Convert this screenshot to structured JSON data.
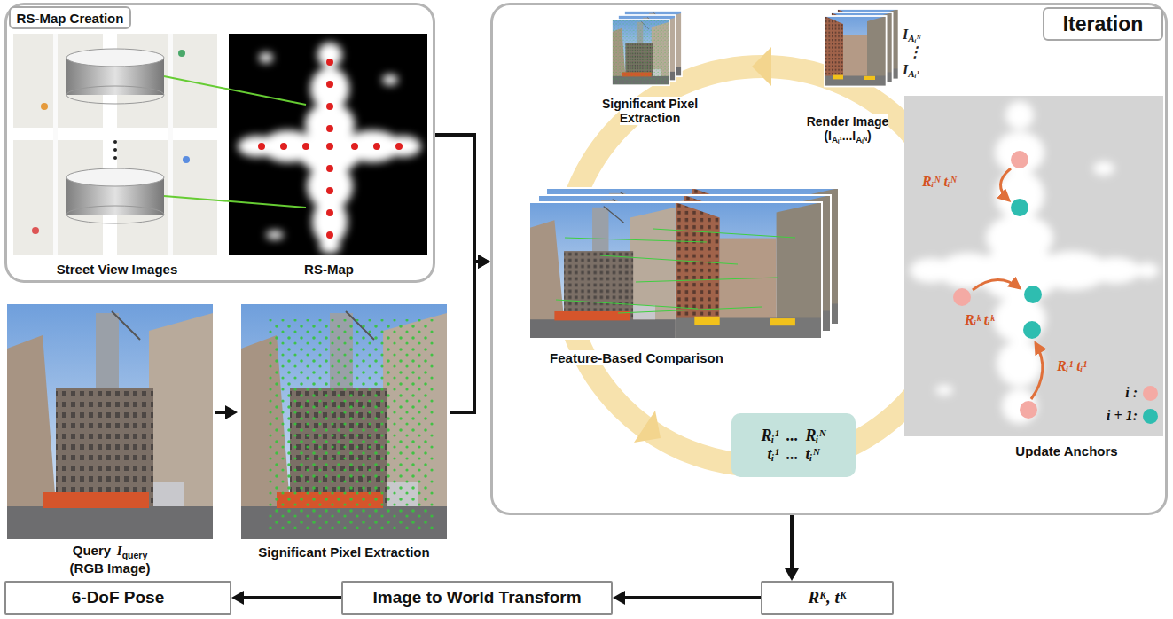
{
  "diagram": {
    "nodes": [
      {
        "text": [
          "RS-Map Creation"
        ]
      },
      {
        "text": [
          "Street View Images"
        ],
        "in": 0
      },
      {
        "text": [
          "RS-Map"
        ],
        "in": 0
      },
      {
        "text": [
          "Query",
          "I",
          "query",
          "(RGB Image)"
        ]
      },
      {
        "text": [
          "Significant Pixel Extraction"
        ]
      },
      {
        "text": [
          "Iteration"
        ]
      },
      {
        "text": [
          "Significant Pixel Extraction"
        ],
        "in": 5
      },
      {
        "text": [
          "Render Image",
          "(I",
          "Aᵢ¹",
          "...I",
          "Aᵢᴺ",
          ")"
        ],
        "in": 5
      },
      {
        "text": [
          "Feature-Based Comparison"
        ],
        "in": 5
      },
      {
        "text": [
          "Update Anchors"
        ],
        "in": 5
      },
      {
        "text": [
          "Rᵢ¹",
          "...",
          "Rᵢᴺ",
          "tᵢ¹",
          "...",
          "tᵢᴺ"
        ],
        "in": 5
      },
      {
        "text": [
          "Rᴷ, tᴷ"
        ]
      },
      {
        "text": [
          "Image to World Transform"
        ]
      },
      {
        "text": [
          "6-DoF Pose"
        ]
      }
    ],
    "edges": [
      {
        "from": 0,
        "to": 5,
        "arrow": "to"
      },
      {
        "from": 4,
        "to": 5,
        "arrow": "to"
      },
      {
        "from": 3,
        "to": 4,
        "arrow": "to"
      },
      {
        "from": 5,
        "to": 11,
        "arrow": "to"
      },
      {
        "from": 11,
        "to": 12,
        "arrow": "to"
      },
      {
        "from": 12,
        "to": 13,
        "arrow": "to"
      }
    ],
    "labels": [
      "I",
      "Aᵢᴺ",
      "⋮",
      "I",
      "Aᵢ¹",
      "Rᵢᴺ tᵢᴺ",
      "Rᵢᵏ tᵢᵏ",
      "Rᵢ¹ tᵢ¹"
    ],
    "legend": [
      {
        "text": "i :",
        "color": "#f4aaa4"
      },
      {
        "text": "i + 1:",
        "color": "#2ebdb0"
      }
    ]
  }
}
